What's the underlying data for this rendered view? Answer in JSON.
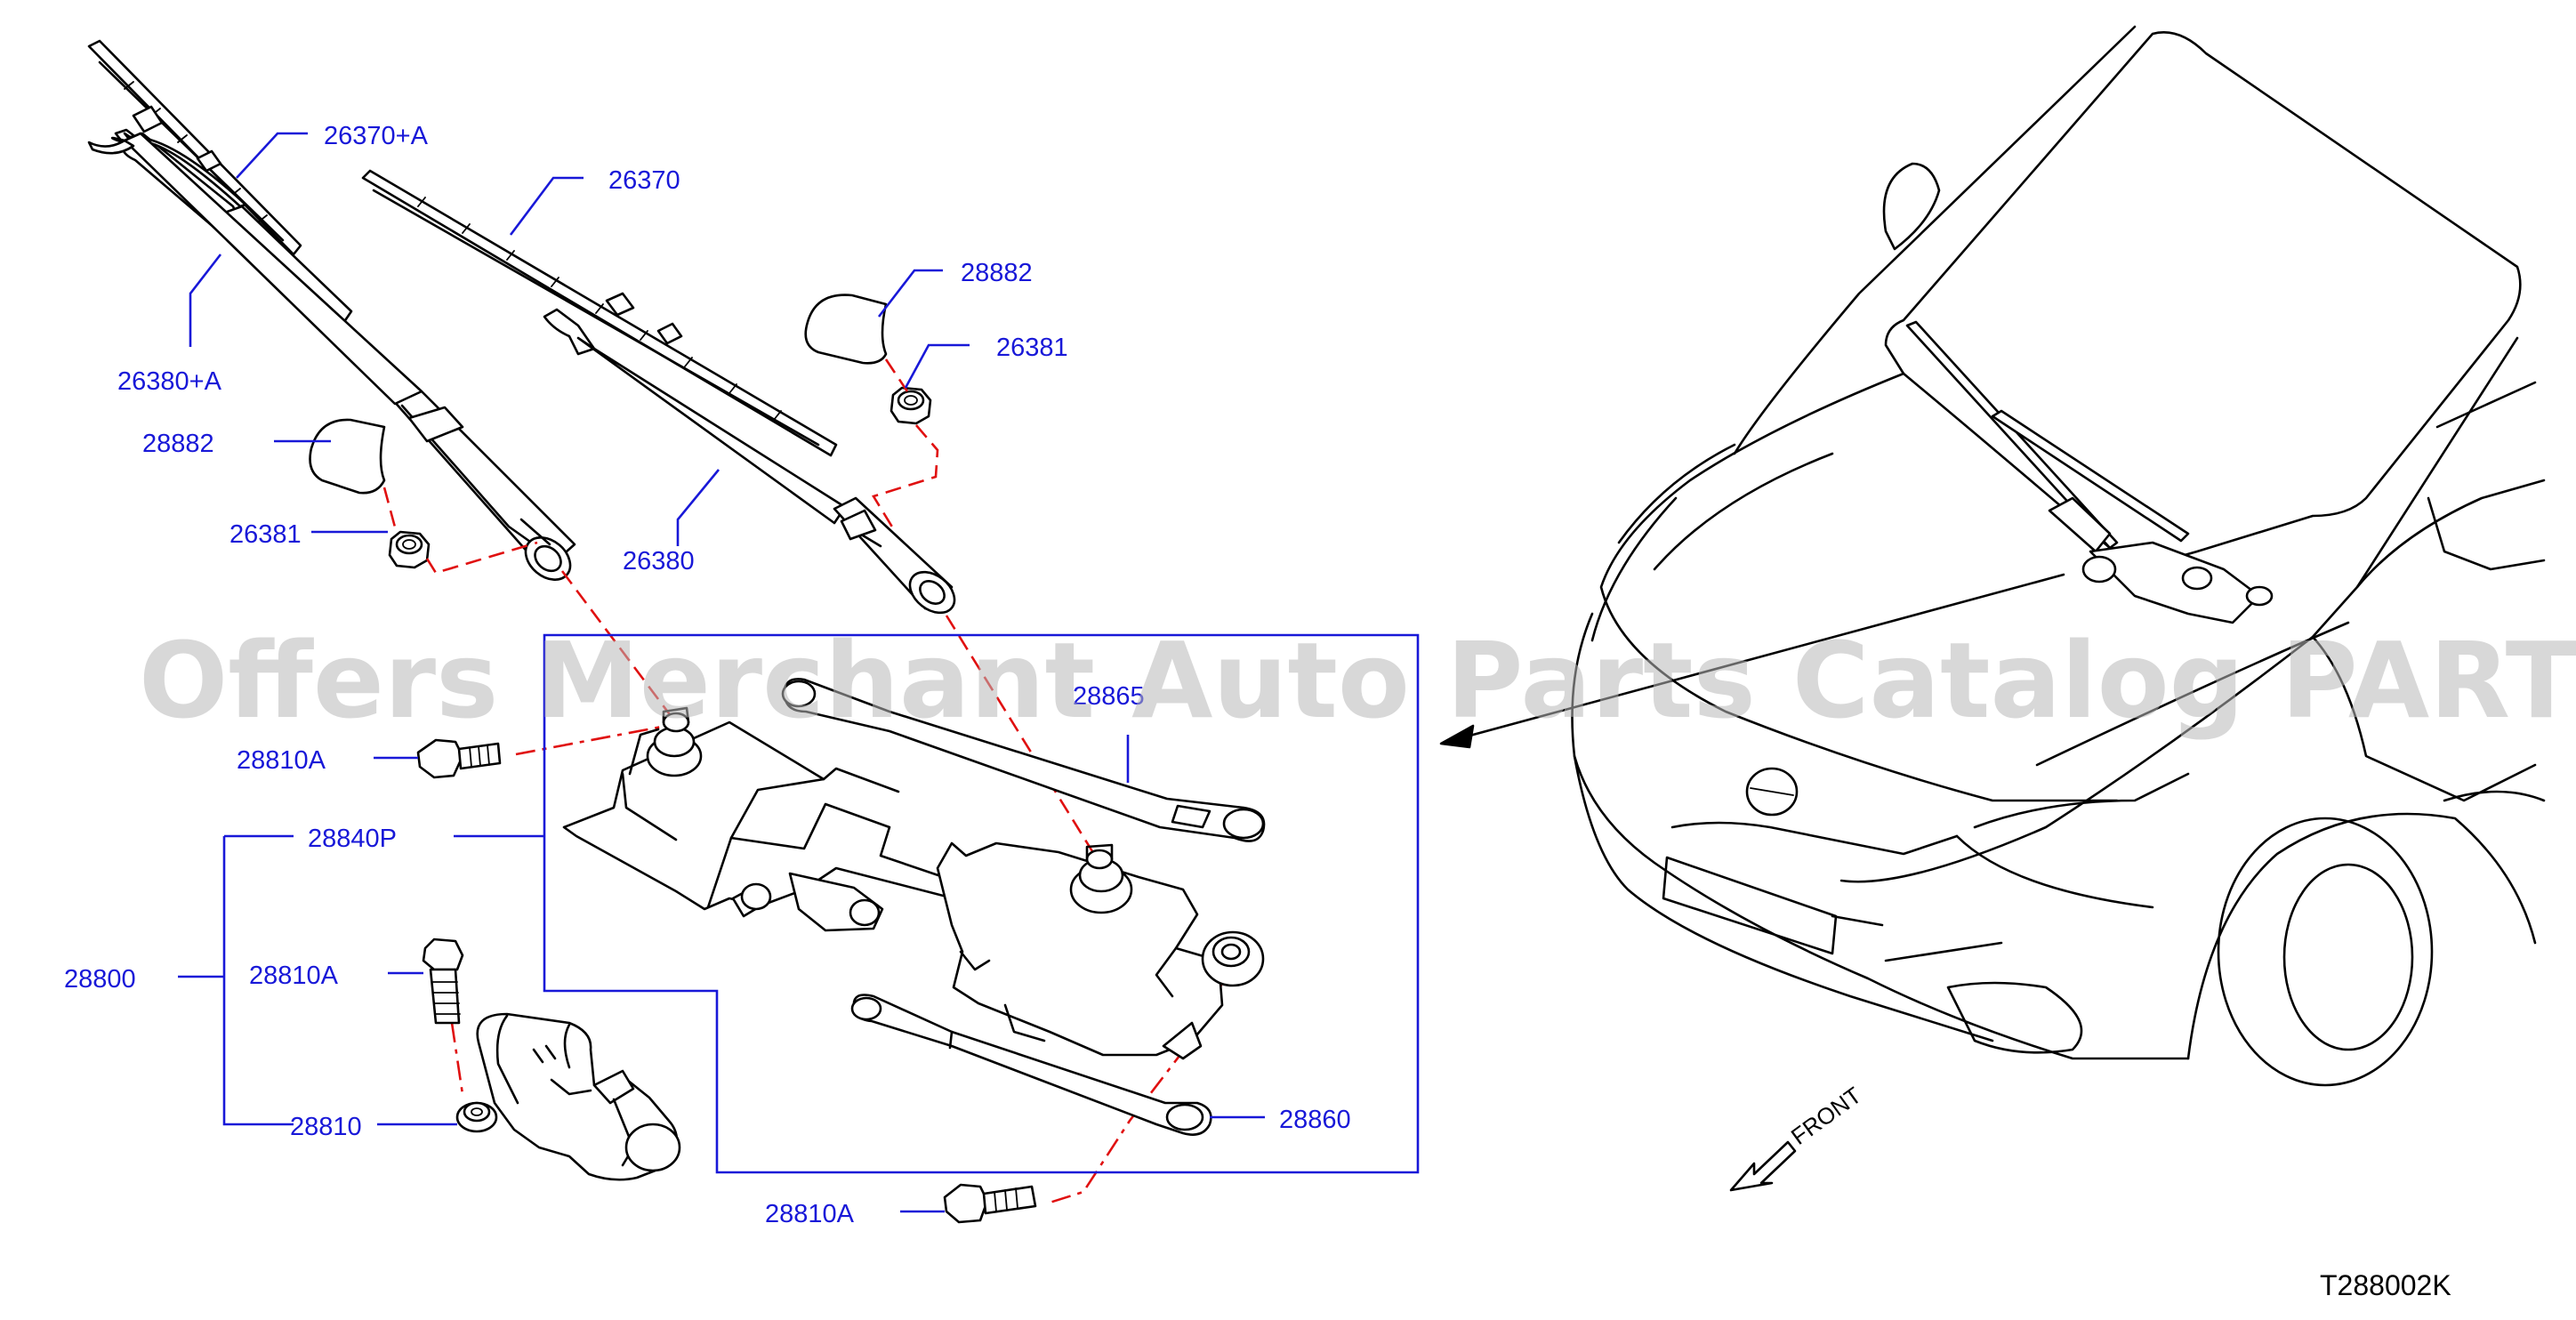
{
  "callouts": {
    "c26370A": "26370+A",
    "c26370": "26370",
    "c28882a": "28882",
    "c26381a": "26381",
    "c26380A": "26380+A",
    "c28882b": "28882",
    "c26381b": "26381",
    "c26380": "26380",
    "c28865": "28865",
    "c28810A1": "28810A",
    "c28840P": "28840P",
    "c28800": "28800",
    "c28810A2": "28810A",
    "c28810": "28810",
    "c28860": "28860",
    "c28810A3": "28810A"
  },
  "watermark": "Offers Merchant Auto Parts Catalog PARTSTORE.SA",
  "front_label": "FRONT",
  "diagram_code": "T288002K",
  "colors": {
    "callout_text": "#1818d8",
    "leader_lines": "#1818d8",
    "assembly_lines": "#e01010",
    "parts_outline": "#000000",
    "watermark": "#b8b8b8"
  }
}
